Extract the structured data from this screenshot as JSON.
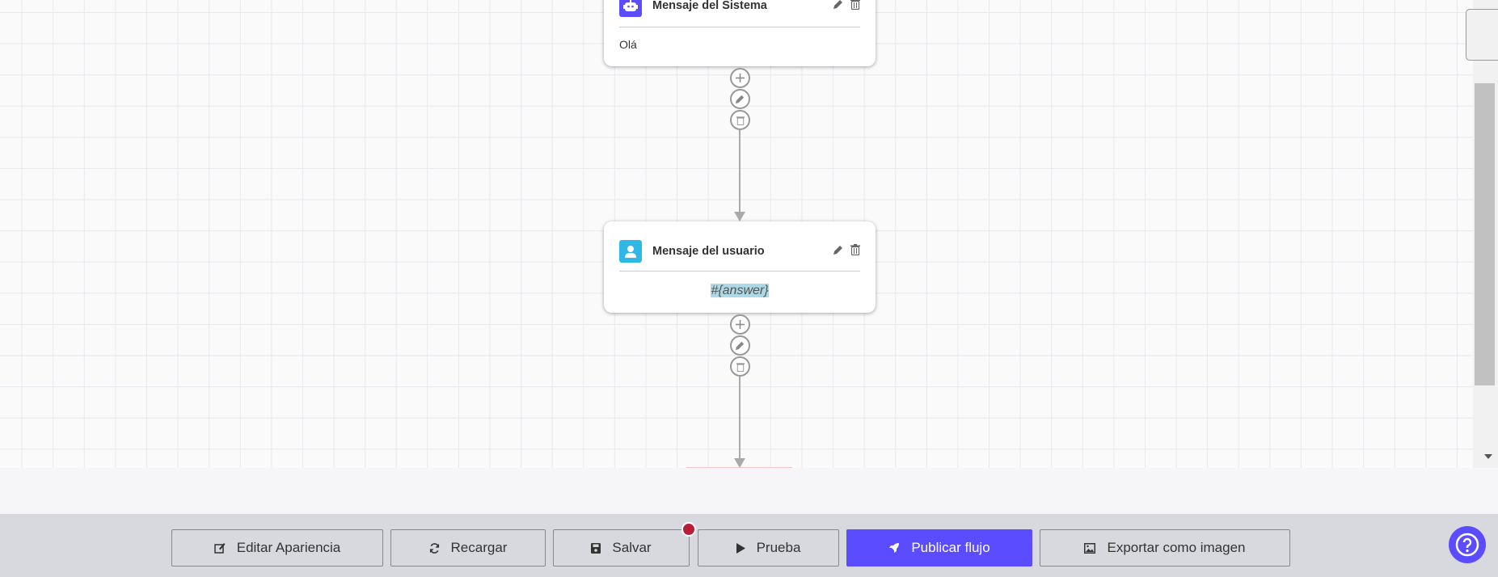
{
  "nodes": [
    {
      "type": "system",
      "title": "Mensaje del Sistema",
      "content": "Olá",
      "icon": "robot-icon",
      "color": "#5b4dff"
    },
    {
      "type": "user",
      "title": "Mensaje del usuario",
      "content": "#{answer}",
      "icon": "user-icon",
      "color": "#2fb8e6"
    }
  ],
  "toolbar": {
    "edit_appearance": "Editar Apariencia",
    "reload": "Recargar",
    "save": "Salvar",
    "test": "Prueba",
    "publish": "Publicar flujo",
    "export": "Exportar como imagen"
  },
  "colors": {
    "accent": "#5b4dff",
    "unsaved_dot": "#b81d3a"
  }
}
